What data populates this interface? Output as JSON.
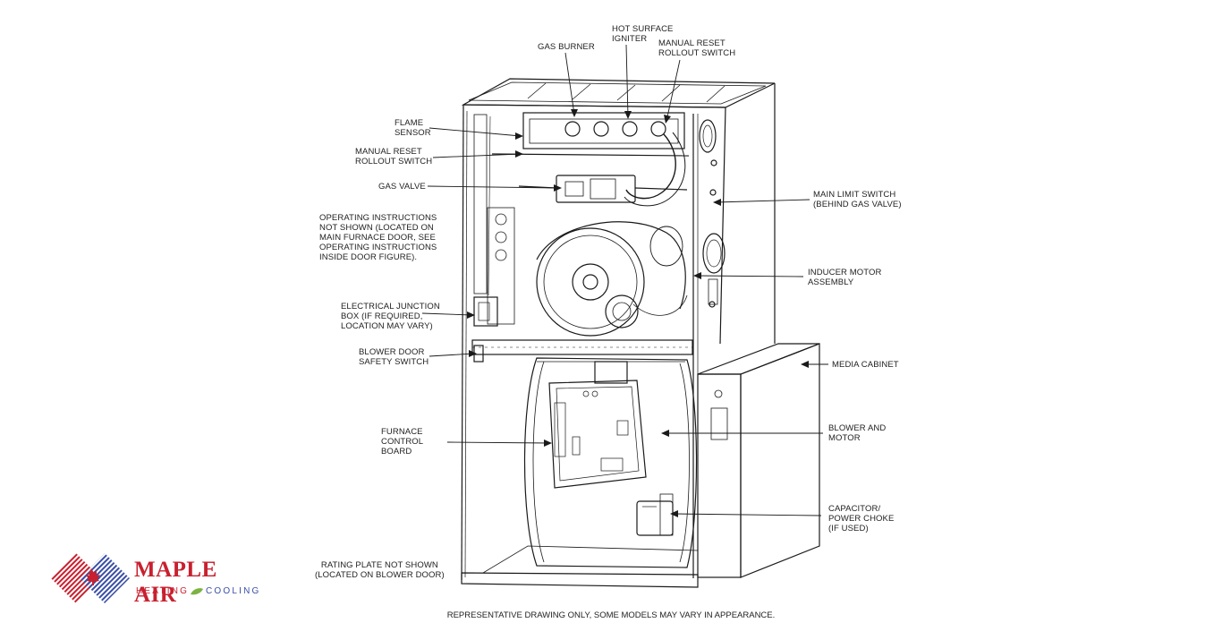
{
  "labels": {
    "gas_burner": "GAS BURNER",
    "hot_surface_igniter": "HOT SURFACE\nIGNITER",
    "manual_reset_top": "MANUAL RESET\nROLLOUT SWITCH",
    "flame_sensor": "FLAME\nSENSOR",
    "manual_reset_left": "MANUAL RESET\nROLLOUT SWITCH",
    "gas_valve": "GAS VALVE",
    "operating_instructions": "OPERATING INSTRUCTIONS\nNOT SHOWN (LOCATED ON\nMAIN FURNACE DOOR, SEE\nOPERATING INSTRUCTIONS\nINSIDE DOOR FIGURE).",
    "main_limit_switch": "MAIN LIMIT SWITCH\n(BEHIND GAS VALVE)",
    "inducer_motor": "INDUCER MOTOR\nASSEMBLY",
    "electrical_junction": "ELECTRICAL JUNCTION\nBOX (IF REQUIRED,\nLOCATION MAY VARY)",
    "blower_door_switch": "BLOWER DOOR\nSAFETY SWITCH",
    "media_cabinet": "MEDIA CABINET",
    "furnace_control_board": "FURNACE\nCONTROL\nBOARD",
    "blower_and_motor": "BLOWER AND\nMOTOR",
    "capacitor": "CAPACITOR/\nPOWER CHOKE\n(IF USED)",
    "rating_plate": "RATING PLATE NOT SHOWN\n(LOCATED ON BLOWER DOOR)"
  },
  "footer": "REPRESENTATIVE DRAWING ONLY, SOME MODELS MAY VARY IN APPEARANCE.",
  "logo": {
    "name": "MAPLE AIR",
    "sub_left": "HEATING",
    "sub_right": "COOLING"
  },
  "colors": {
    "line": "#1a1a1a",
    "brand_red": "#c8202f",
    "brand_blue": "#3a4fa8",
    "leaf_green": "#7cb342"
  }
}
